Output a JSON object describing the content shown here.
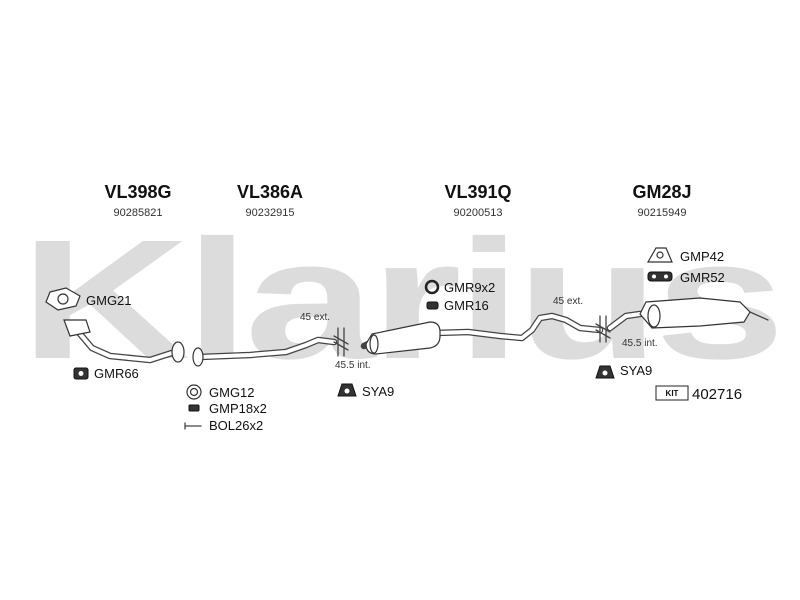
{
  "watermark": "Klarius",
  "assemblies": [
    {
      "code": "VL398G",
      "number": "90285821"
    },
    {
      "code": "VL386A",
      "number": "90232915"
    },
    {
      "code": "VL391Q",
      "number": "90200513"
    },
    {
      "code": "GM28J",
      "number": "90215949"
    }
  ],
  "parts": {
    "gmg21": "GMG21",
    "gmr66": "GMR66",
    "gmg12": "GMG12",
    "gmp18": "GMP18x2",
    "bol26": "BOL26x2",
    "sya9_a": "SYA9",
    "gmr9": "GMR9x2",
    "gmr16": "GMR16",
    "gmp42": "GMP42",
    "gmr52": "GMR52",
    "sya9_b": "SYA9"
  },
  "dimensions": {
    "ext_1": "45 ext.",
    "int_1": "45.5 int.",
    "ext_2": "45 ext.",
    "int_2": "45.5 int."
  },
  "kit": {
    "label": "KIT",
    "number": "402716"
  },
  "colors": {
    "watermark": "#dcdcdc",
    "line": "#444444",
    "text": "#111111"
  }
}
